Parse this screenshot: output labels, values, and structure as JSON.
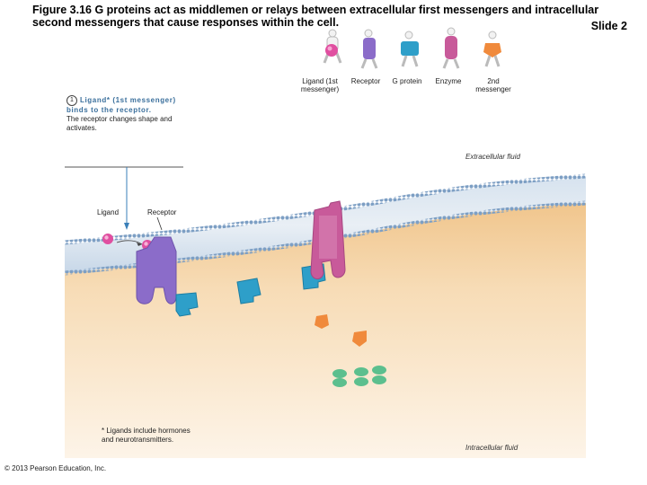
{
  "title": "Figure 3.16  G proteins act as middlemen or relays between extracellular first messengers and intracellular second messengers that cause responses within the cell.",
  "slide_label": "Slide 2",
  "legend": [
    {
      "label": "Ligand (1st messenger)",
      "icon": "ligand-figure-icon",
      "color": "#e04fa0"
    },
    {
      "label": "Receptor",
      "icon": "receptor-figure-icon",
      "color": "#8b6cc9"
    },
    {
      "label": "G protein",
      "icon": "g-protein-figure-icon",
      "color": "#2e9fc9"
    },
    {
      "label": "Enzyme",
      "icon": "enzyme-figure-icon",
      "color": "#c85a9a"
    },
    {
      "label": "2nd messenger",
      "icon": "second-messenger-figure-icon",
      "color": "#f08a3c"
    }
  ],
  "step": {
    "number": "1",
    "heading": "Ligand* (1st messenger) binds to the receptor.",
    "text": "The receptor changes shape and activates."
  },
  "labels": {
    "extracellular": "Extracellular fluid",
    "intracellular": "Intracellular fluid",
    "ligand": "Ligand",
    "receptor": "Receptor"
  },
  "footnote": "* Ligands include hormones and neurotransmitters.",
  "copyright": "© 2013 Pearson Education, Inc."
}
